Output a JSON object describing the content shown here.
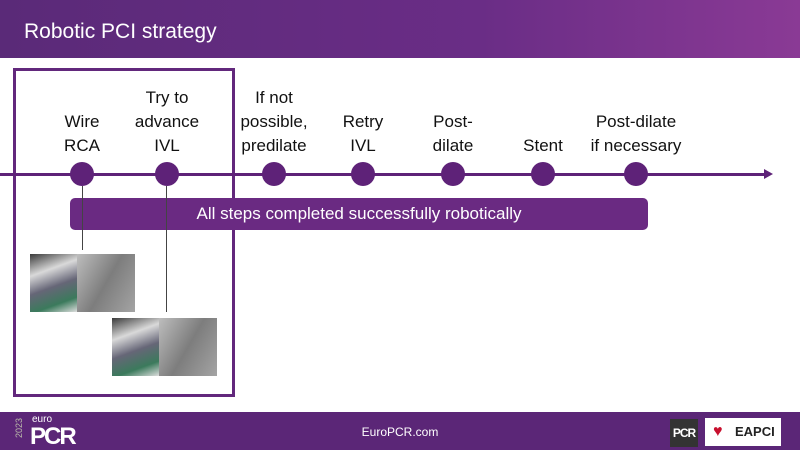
{
  "header": {
    "title": "Robotic PCI strategy"
  },
  "timeline": {
    "steps": [
      {
        "label": "Wire\nRCA"
      },
      {
        "label": "Try to\nadvance\nIVL"
      },
      {
        "label": "If not\npossible,\npredilate"
      },
      {
        "label": "Retry\nIVL"
      },
      {
        "label": "Post-\ndilate"
      },
      {
        "label": "Stent"
      },
      {
        "label": "Post-dilate\nif necessary"
      }
    ],
    "banner": "All steps completed successfully robotically"
  },
  "footer": {
    "year": "2023",
    "logo_top": "euro",
    "logo_main": "PCR",
    "url": "EuroPCR.com",
    "pcr_badge": "PCR",
    "eapci": "EAPCI"
  },
  "colors": {
    "accent": "#5e2278"
  }
}
